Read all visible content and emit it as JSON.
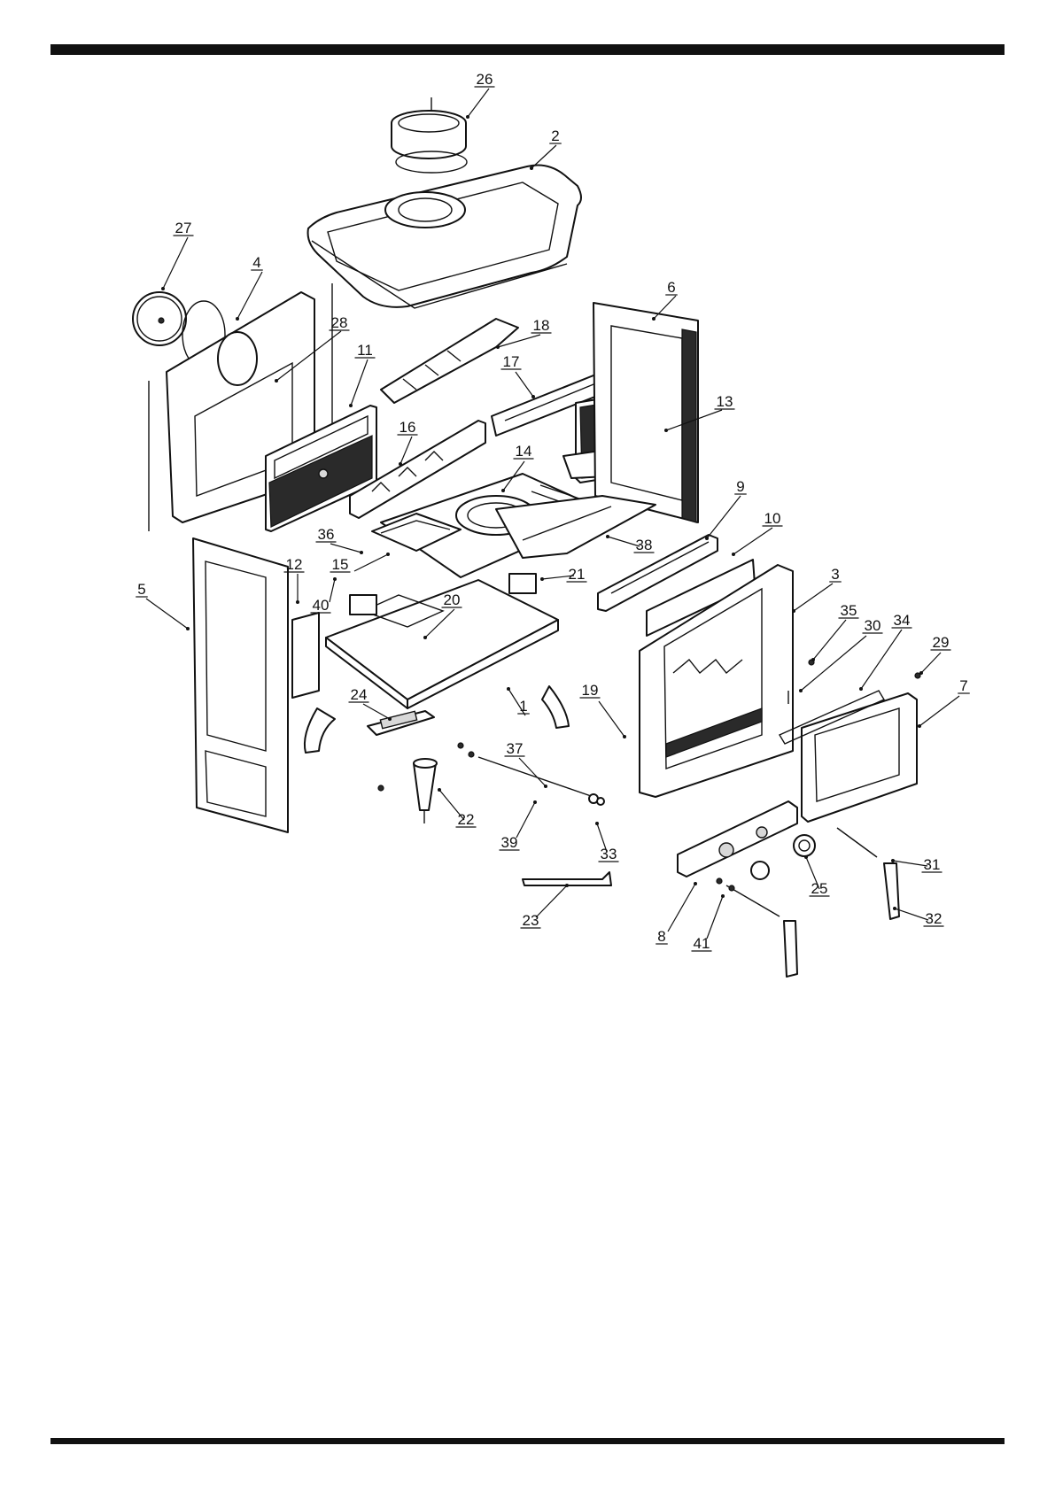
{
  "diagram": {
    "callouts": [
      {
        "id": "c1",
        "label": "1"
      },
      {
        "id": "c2",
        "label": "2"
      },
      {
        "id": "c3",
        "label": "3"
      },
      {
        "id": "c4",
        "label": "4"
      },
      {
        "id": "c5",
        "label": "5"
      },
      {
        "id": "c6",
        "label": "6"
      },
      {
        "id": "c7",
        "label": "7"
      },
      {
        "id": "c8",
        "label": "8"
      },
      {
        "id": "c9",
        "label": "9"
      },
      {
        "id": "c10",
        "label": "10"
      },
      {
        "id": "c11",
        "label": "11"
      },
      {
        "id": "c12",
        "label": "12"
      },
      {
        "id": "c13",
        "label": "13"
      },
      {
        "id": "c14",
        "label": "14"
      },
      {
        "id": "c15",
        "label": "15"
      },
      {
        "id": "c16",
        "label": "16"
      },
      {
        "id": "c17",
        "label": "17"
      },
      {
        "id": "c18",
        "label": "18"
      },
      {
        "id": "c19",
        "label": "19"
      },
      {
        "id": "c20",
        "label": "20"
      },
      {
        "id": "c21",
        "label": "21"
      },
      {
        "id": "c22",
        "label": "22"
      },
      {
        "id": "c23",
        "label": "23"
      },
      {
        "id": "c24",
        "label": "24"
      },
      {
        "id": "c25",
        "label": "25"
      },
      {
        "id": "c26",
        "label": "26"
      },
      {
        "id": "c27",
        "label": "27"
      },
      {
        "id": "c28",
        "label": "28"
      },
      {
        "id": "c29",
        "label": "29"
      },
      {
        "id": "c30",
        "label": "30"
      },
      {
        "id": "c31",
        "label": "31"
      },
      {
        "id": "c32",
        "label": "32"
      },
      {
        "id": "c33",
        "label": "33"
      },
      {
        "id": "c34",
        "label": "34"
      },
      {
        "id": "c35",
        "label": "35"
      },
      {
        "id": "c36",
        "label": "36"
      },
      {
        "id": "c37",
        "label": "37"
      },
      {
        "id": "c38",
        "label": "38"
      },
      {
        "id": "c39",
        "label": "39"
      },
      {
        "id": "c40",
        "label": "40"
      },
      {
        "id": "c41",
        "label": "41"
      }
    ]
  }
}
